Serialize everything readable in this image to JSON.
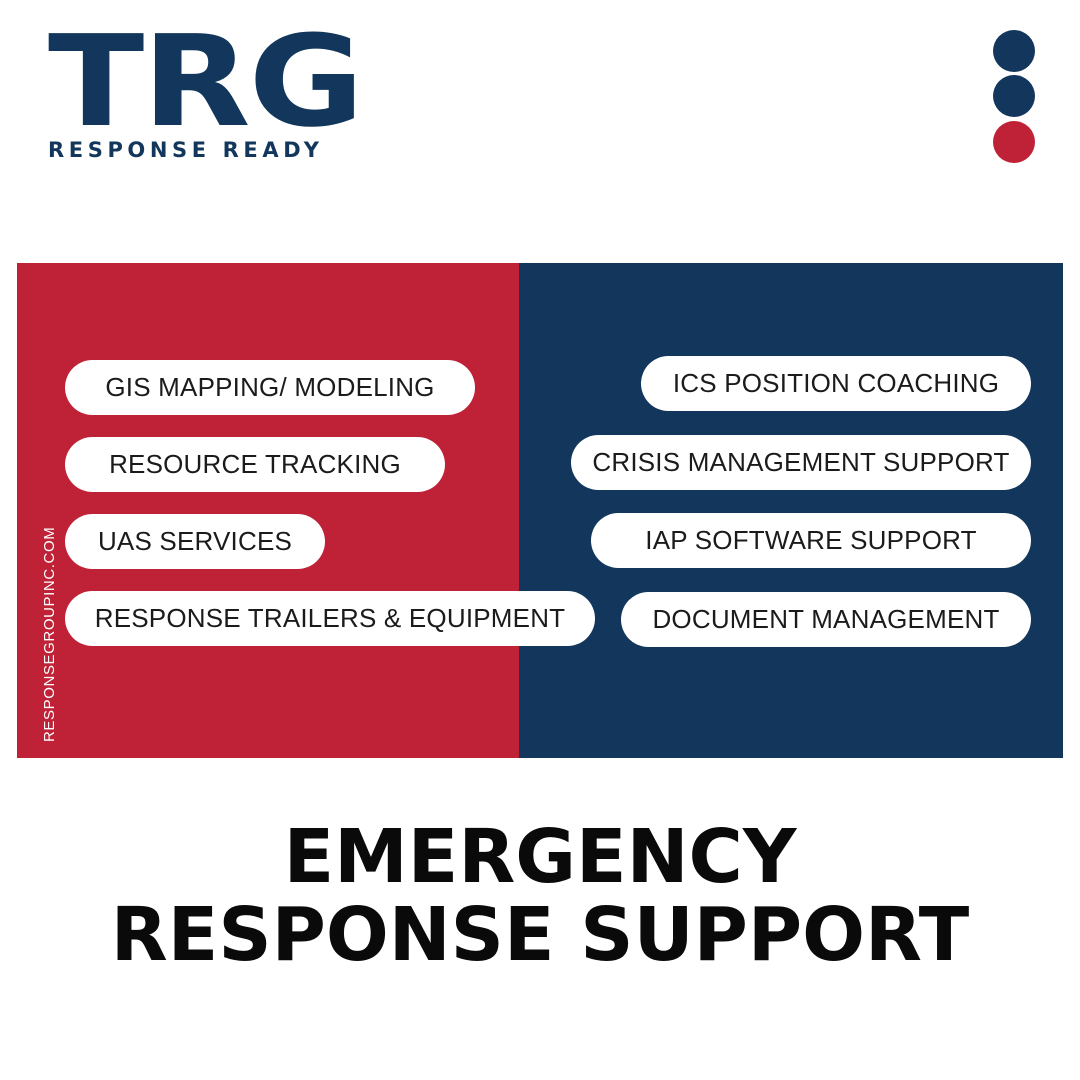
{
  "logo": {
    "mark": "TRG",
    "tagline": "RESPONSE READY"
  },
  "website": "RESPONSEGROUPINC.COM",
  "left_services": [
    "GIS MAPPING/ MODELING",
    "RESOURCE TRACKING",
    "UAS SERVICES",
    "RESPONSE TRAILERS & EQUIPMENT"
  ],
  "right_services": [
    "ICS POSITION COACHING",
    "CRISIS MANAGEMENT SUPPORT",
    "IAP SOFTWARE SUPPORT",
    "DOCUMENT MANAGEMENT"
  ],
  "headline": {
    "line1": "EMERGENCY",
    "line2": "RESPONSE SUPPORT"
  },
  "colors": {
    "navy": "#13375c",
    "red": "#bf2236",
    "pill_bg": "#ffffff",
    "pill_text": "#1b1b1b",
    "headline": "#0a0a0a"
  },
  "icons": [
    "navy-dot-icon",
    "navy-dot-icon",
    "red-dot-icon"
  ]
}
